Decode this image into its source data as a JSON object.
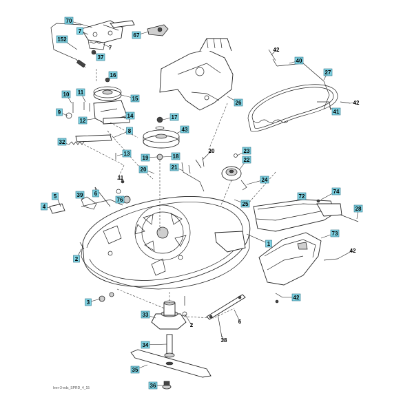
{
  "reference_code": "leer-3-eds_SPRD_4_15",
  "colors": {
    "tag_fill": "#7fd3e3",
    "tag_border": "#2a6f84",
    "line": "#222222"
  },
  "callouts": [
    {
      "id": "70",
      "label": "70",
      "boxed": true
    },
    {
      "id": "7a",
      "label": "7",
      "boxed": true
    },
    {
      "id": "67",
      "label": "67",
      "boxed": true
    },
    {
      "id": "152",
      "label": "152",
      "boxed": true
    },
    {
      "id": "37",
      "label": "37",
      "boxed": true
    },
    {
      "id": "7b",
      "label": "7",
      "boxed": false
    },
    {
      "id": "16",
      "label": "16",
      "boxed": true
    },
    {
      "id": "15",
      "label": "15",
      "boxed": true
    },
    {
      "id": "10",
      "label": "10",
      "boxed": true
    },
    {
      "id": "11a",
      "label": "11",
      "boxed": true
    },
    {
      "id": "9",
      "label": "9",
      "boxed": true
    },
    {
      "id": "14",
      "label": "14",
      "boxed": true
    },
    {
      "id": "12",
      "label": "12",
      "boxed": true
    },
    {
      "id": "8",
      "label": "8",
      "boxed": true
    },
    {
      "id": "32",
      "label": "32",
      "boxed": true
    },
    {
      "id": "13",
      "label": "13",
      "boxed": true
    },
    {
      "id": "26",
      "label": "26",
      "boxed": true
    },
    {
      "id": "17",
      "label": "17",
      "boxed": true
    },
    {
      "id": "43",
      "label": "43",
      "boxed": true
    },
    {
      "id": "42a",
      "label": "42",
      "boxed": false
    },
    {
      "id": "40",
      "label": "40",
      "boxed": true
    },
    {
      "id": "27",
      "label": "27",
      "boxed": true
    },
    {
      "id": "42b",
      "label": "42",
      "boxed": false
    },
    {
      "id": "41",
      "label": "41",
      "boxed": true
    },
    {
      "id": "20a",
      "label": "20",
      "boxed": false
    },
    {
      "id": "23",
      "label": "23",
      "boxed": true
    },
    {
      "id": "19",
      "label": "19",
      "boxed": true
    },
    {
      "id": "18",
      "label": "18",
      "boxed": true
    },
    {
      "id": "22",
      "label": "22",
      "boxed": true
    },
    {
      "id": "20b",
      "label": "20",
      "boxed": true
    },
    {
      "id": "21",
      "label": "21",
      "boxed": true
    },
    {
      "id": "11b",
      "label": "11",
      "boxed": false
    },
    {
      "id": "24",
      "label": "24",
      "boxed": true
    },
    {
      "id": "74",
      "label": "74",
      "boxed": true
    },
    {
      "id": "5",
      "label": "5",
      "boxed": true
    },
    {
      "id": "39",
      "label": "39",
      "boxed": true
    },
    {
      "id": "6a",
      "label": "6",
      "boxed": true
    },
    {
      "id": "76",
      "label": "76",
      "boxed": true
    },
    {
      "id": "72",
      "label": "72",
      "boxed": true
    },
    {
      "id": "25",
      "label": "25",
      "boxed": true
    },
    {
      "id": "4",
      "label": "4",
      "boxed": true
    },
    {
      "id": "28",
      "label": "28",
      "boxed": true
    },
    {
      "id": "1",
      "label": "1",
      "boxed": true
    },
    {
      "id": "73",
      "label": "73",
      "boxed": true
    },
    {
      "id": "3",
      "label": "3",
      "boxed": true
    },
    {
      "id": "42c",
      "label": "42",
      "boxed": false
    },
    {
      "id": "2a",
      "label": "2",
      "boxed": true
    },
    {
      "id": "42d",
      "label": "42",
      "boxed": true
    },
    {
      "id": "6b",
      "label": "6",
      "boxed": false
    },
    {
      "id": "33",
      "label": "33",
      "boxed": true
    },
    {
      "id": "2b",
      "label": "2",
      "boxed": false
    },
    {
      "id": "38",
      "label": "38",
      "boxed": false
    },
    {
      "id": "34",
      "label": "34",
      "boxed": true
    },
    {
      "id": "35",
      "label": "35",
      "boxed": true
    },
    {
      "id": "36",
      "label": "36",
      "boxed": true
    }
  ]
}
